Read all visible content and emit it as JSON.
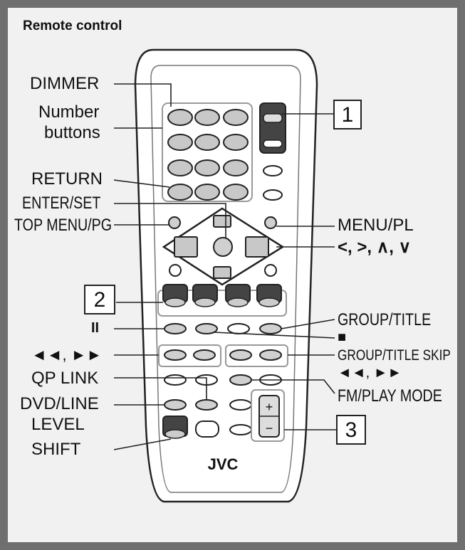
{
  "heading": "Remote control",
  "labels": {
    "dimmer": "DIMMER",
    "number_buttons_line1": "Number",
    "number_buttons_line2": "buttons",
    "return": "RETURN",
    "enter_set": "ENTER/SET",
    "top_menu_pg": "TOP MENU/PG",
    "pause": "II",
    "rew_ff": "◄◄, ►►",
    "qp_link": "QP LINK",
    "dvd_line_line1": "DVD/LINE",
    "dvd_line_line2": "LEVEL",
    "shift": "SHIFT",
    "menu_pl": "MENU/PL",
    "cursor_keys": "<, >, ∧, ∨",
    "group_title": "GROUP/TITLE",
    "stop": "■",
    "group_title_skip": "GROUP/TITLE SKIP",
    "skip_keys": "◄◄, ►►",
    "fm_play_mode": "FM/PLAY MODE"
  },
  "callouts": {
    "one": "1",
    "two": "2",
    "three": "3"
  },
  "remote": {
    "brand": "JVC",
    "plus": "+",
    "minus": "−"
  }
}
